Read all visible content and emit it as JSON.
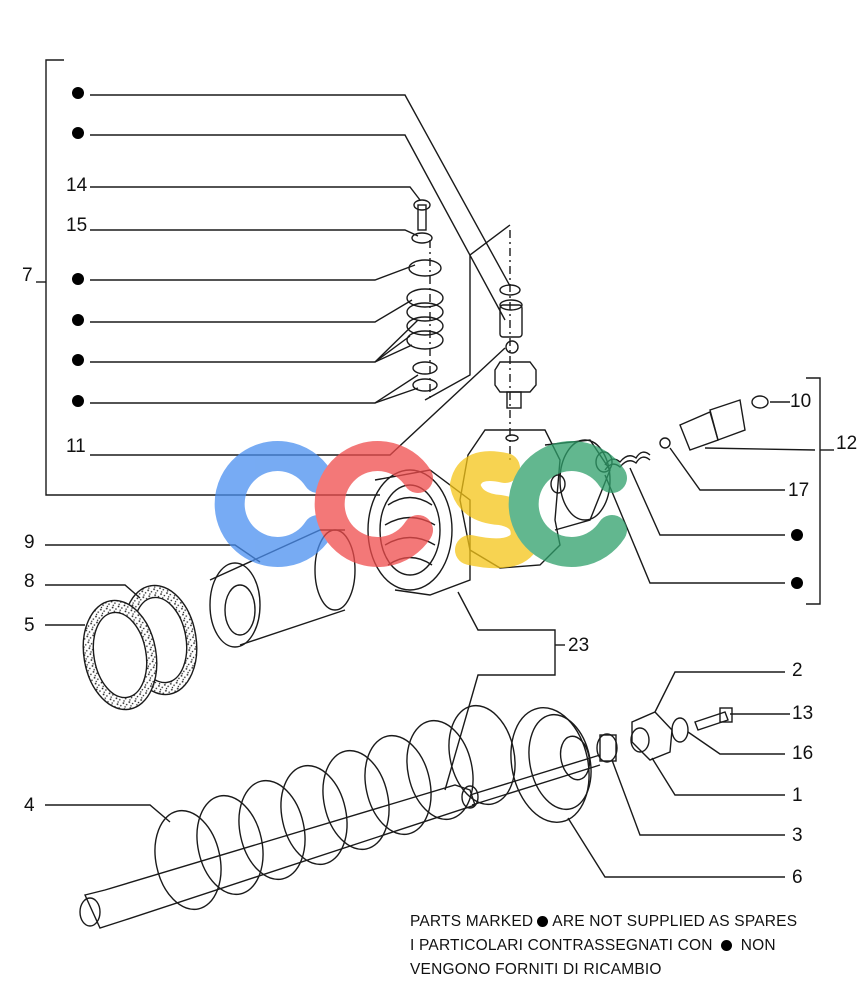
{
  "labels": {
    "l14": "14",
    "l15": "15",
    "l7": "7",
    "l11": "11",
    "l10": "10",
    "l12": "12",
    "l17": "17",
    "l9": "9",
    "l8": "8",
    "l5": "5",
    "l23": "23",
    "l2": "2",
    "l13": "13",
    "l16": "16",
    "l4": "4",
    "l1": "1",
    "l3": "3",
    "l6": "6"
  },
  "note": {
    "line1_a": "PARTS MARKED",
    "line1_b": "ARE NOT SUPPLIED AS SPARES",
    "line2_a": "I  PARTICOLARI  CONTRASSEGNATI  CON",
    "line2_b": "NON",
    "line3": "VENGONO FORNITI DI RICAMBIO"
  },
  "colors": {
    "ink": "#1a1a1a",
    "watermark_blue": "#4a8ff0",
    "watermark_red": "#ef4c4c",
    "watermark_yellow": "#f5c518",
    "watermark_green": "#2e9f6a"
  },
  "icons": [
    "bullet-dot-icon",
    "watermark-logo"
  ]
}
